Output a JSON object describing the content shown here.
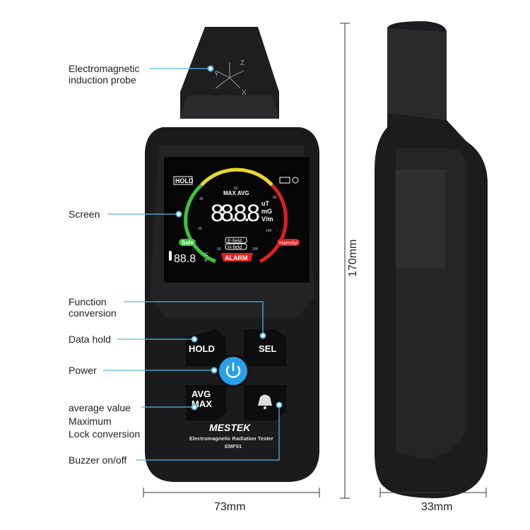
{
  "callouts": {
    "probe": [
      "Electromagnetic",
      "induction probe"
    ],
    "screen": "Screen",
    "function": [
      "Function",
      "conversion"
    ],
    "hold": "Data hold",
    "power": "Power",
    "avgmax": [
      "average value",
      "Maximum",
      "Lock conversion"
    ],
    "buzzer": "Buzzer on/off"
  },
  "dimensions": {
    "height": "170mm",
    "width": "73mm",
    "depth": "33mm"
  },
  "probe_axes": [
    "Z",
    "Y",
    "X"
  ],
  "screen": {
    "hold": "HOLD",
    "max_avg": "MAX AVG",
    "reading": "88.8.8",
    "units": [
      "uT",
      "mG",
      "V/m"
    ],
    "ticks": [
      "60",
      "40",
      "80",
      "20",
      "140",
      "00",
      "200"
    ],
    "safe": "Safe",
    "harmful": "Harmful",
    "efield": "E-field",
    "hfield": "H-field",
    "alarm": "ALARM",
    "temp": "88.8",
    "temp_units": [
      "°C",
      "°F"
    ]
  },
  "buttons": {
    "hold": "HOLD",
    "sel": "SEL",
    "avg": "AVG",
    "max": "MAX"
  },
  "brand": {
    "name": "MESTEK",
    "product": "Electromagnetic Radiation Tester",
    "model": "EMF01"
  },
  "colors": {
    "callout": "#5bb8dc",
    "safe": "#3cc43c",
    "harmful": "#e02020",
    "power": "#2aa0e8"
  }
}
